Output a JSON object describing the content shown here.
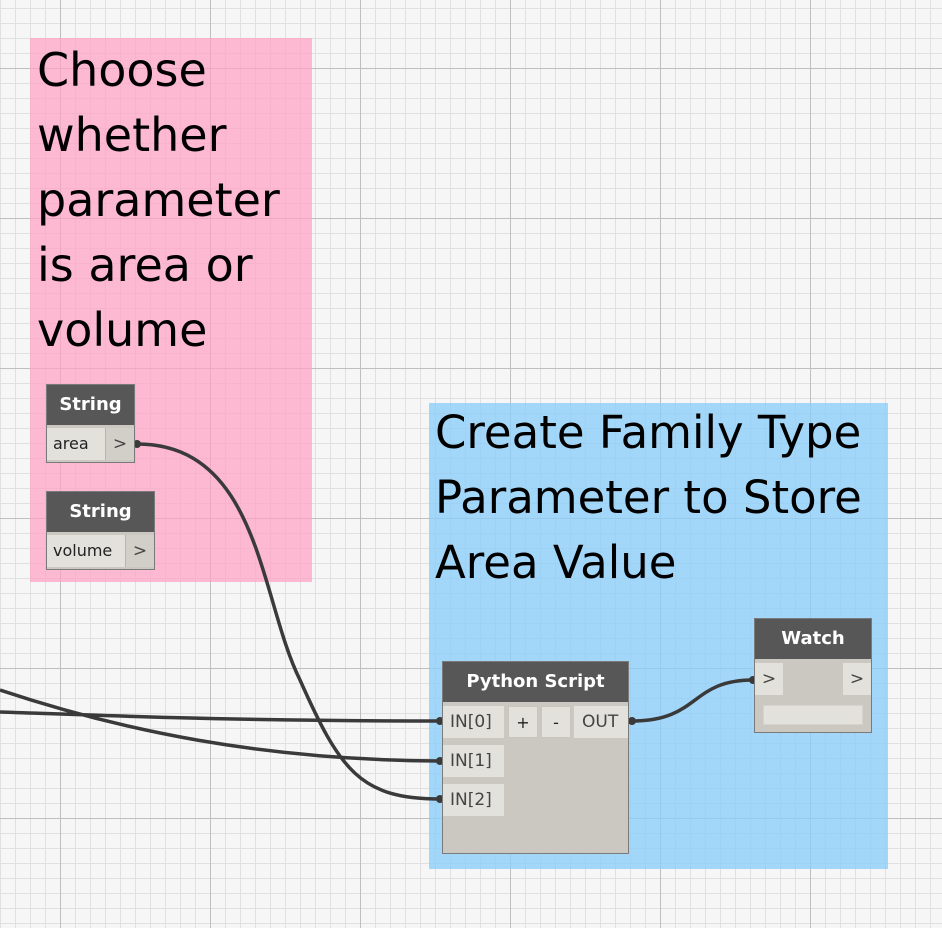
{
  "groups": {
    "pink": {
      "title": "Choose\nwhether\nparameter\nis area or\nvolume",
      "color": "#ffa0c4"
    },
    "blue": {
      "title": "Create Family Type\nParameter to Store\nArea Value",
      "color": "#8ccefa"
    }
  },
  "nodes": {
    "string_area": {
      "header": "String",
      "value": "area",
      "output": ">"
    },
    "string_volume": {
      "header": "String",
      "value": "volume",
      "output": ">"
    },
    "python": {
      "header": "Python Script",
      "inputs": [
        "IN[0]",
        "IN[1]",
        "IN[2]"
      ],
      "add_label": "+",
      "remove_label": "-",
      "output": "OUT"
    },
    "watch": {
      "header": "Watch",
      "input": ">",
      "output": ">"
    }
  },
  "colors": {
    "node_header": "#575757",
    "node_body": "#cbc8c1",
    "wire": "#3a3a3a"
  }
}
